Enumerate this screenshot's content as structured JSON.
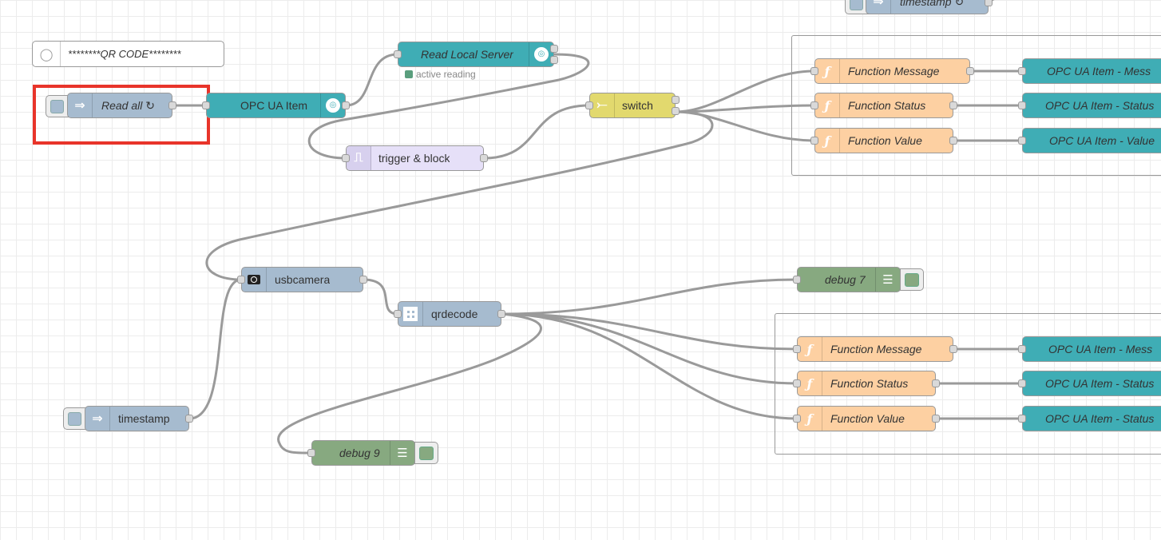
{
  "comment": {
    "text": "********QR CODE********"
  },
  "nodes": {
    "read_all": {
      "label": "Read all ↻"
    },
    "opc_ua_item": {
      "label": "OPC UA Item"
    },
    "read_local_server": {
      "label": "Read Local Server",
      "status": "active reading"
    },
    "trigger_block": {
      "label": "trigger & block"
    },
    "switch": {
      "label": "switch"
    },
    "timestamp_top": {
      "label": "timestamp ↻"
    },
    "usbcamera": {
      "label": "usbcamera"
    },
    "qrdecode": {
      "label": "qrdecode"
    },
    "timestamp": {
      "label": "timestamp"
    },
    "debug7": {
      "label": "debug 7"
    },
    "debug9": {
      "label": "debug 9"
    }
  },
  "group1": {
    "functions": [
      "Function Message",
      "Function Status",
      "Function Value"
    ],
    "outputs": [
      "OPC UA Item - Mess",
      "OPC UA Item - Status",
      "OPC UA Item - Value"
    ]
  },
  "group2": {
    "functions": [
      "Function Message",
      "Function Status",
      "Function Value"
    ],
    "outputs": [
      "OPC UA Item - Mess",
      "OPC UA Item - Status",
      "OPC UA Item - Status"
    ]
  },
  "colors": {
    "inject": "#a6bbcf",
    "opcua": "#3fadb5",
    "switch": "#e2d96e",
    "function": "#fdd0a2",
    "debug": "#87a980",
    "trigger": "#e6e0f8",
    "highlight": "#e8342a"
  },
  "icons": {
    "inject": "arrow-right-icon",
    "opcua": "opc-ua-icon",
    "switch": "switch-branch-icon",
    "trigger": "trigger-icon",
    "function": "function-icon",
    "debug": "list-icon",
    "camera": "camera-icon",
    "qr": "qr-code-icon",
    "comment": "comment-icon"
  }
}
